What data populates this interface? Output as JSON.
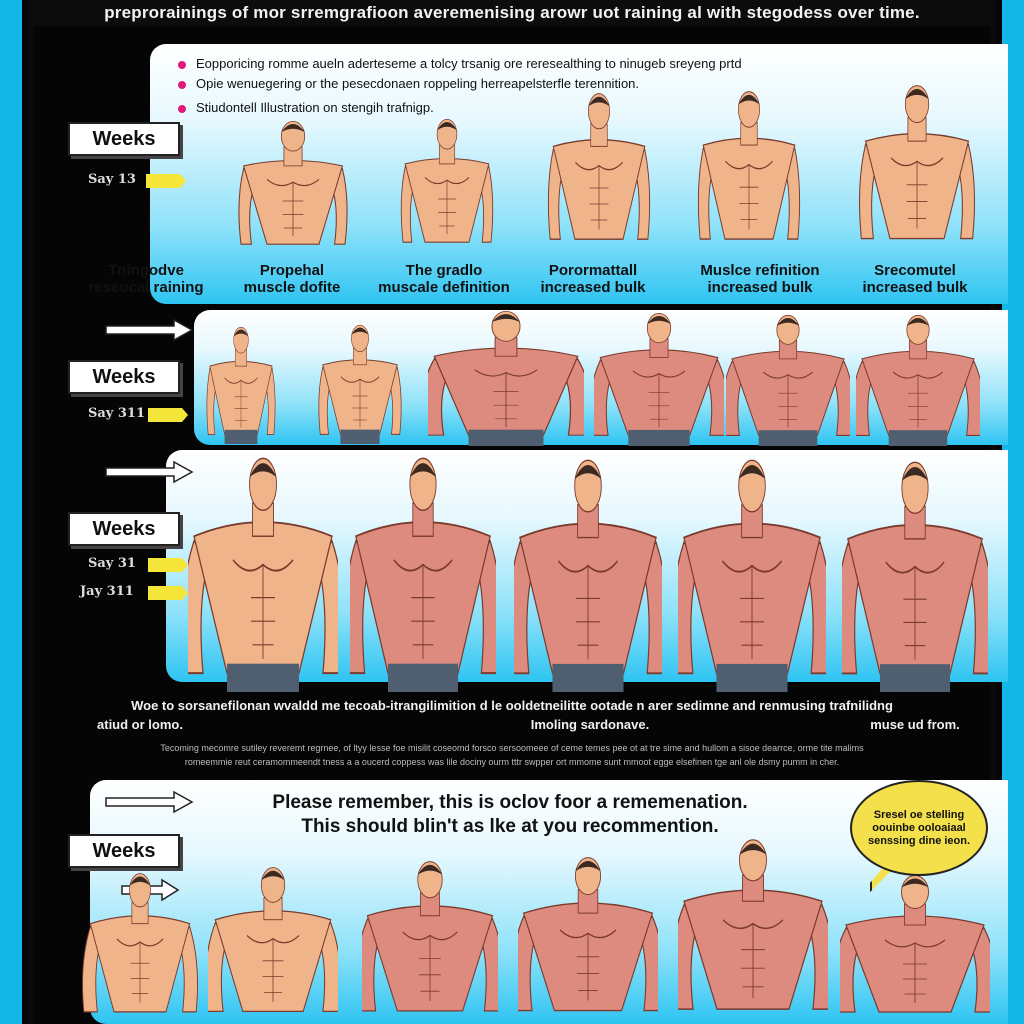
{
  "header": {
    "headline": "preprorainings of mor srremgrafioon averemenising arowr uot raining al with stegodess over time."
  },
  "bullets": [
    "Eopporicing romme aueln aderteseme a tolcy trsanig ore reresealthing to ninugeb sreyeng prtd",
    "Opie wenuegering or the pesecdonaen roppeling herreapelsterfle terennition.",
    "Stiudontell Illustration on stengih trafnigp."
  ],
  "rows": [
    {
      "weeks_label": "Weeks",
      "days": [
        "Say 13"
      ],
      "captions": [
        [
          "Tningodve",
          "reseucal raining"
        ],
        [
          "Propehal",
          "muscle dofite"
        ],
        [
          "The gradlo",
          "muscale definition"
        ],
        [
          "Porormattall",
          "increased bulk"
        ],
        [
          "Muslce refinition",
          "increased bulk"
        ],
        [
          "Srecomutel",
          "increased bulk"
        ]
      ]
    },
    {
      "weeks_label": "Weeks",
      "days": [
        "Say 311"
      ]
    },
    {
      "weeks_label": "Weeks",
      "days": [
        "Say 31",
        "Jay 311"
      ]
    },
    {
      "weeks_label": "Weeks",
      "days": []
    }
  ],
  "band": {
    "line1": "Woe to sorsanefilonan wvaldd me tecoab-itrangilimition d le ooldetneilitte ootade n arer sedimne and renmusing trafnilidng",
    "line2_left": "atiud or lomo.",
    "line2_mid": "Imoling sardonave.",
    "line2_right": "muse ud from."
  },
  "fine_print": {
    "line1": "Tecoming mecomre sutiley reveremt regrnee, of ltyy lesse foe misilit coseomd forsco sersoomeee of ceme temes pee ot at tre sime and hullom a sisoe dearrce, orme tite malims",
    "line2": "romeemmie reut ceramommeendt tness a a oucerd coppess was lile dociny ourm tttr swpper ort mmome sunt mmoot egge elsefinen tge anl ole dsmy pumm in cher."
  },
  "reminder": {
    "line1": "Please remember, this is oclov foor a rememenation.",
    "line2": "This should blin't as lke at you recommention."
  },
  "bubble": {
    "text": "Sresel oe stelling oouinbe ooloaiaal senssing dine ieon."
  },
  "colors": {
    "side_bar": "#13b7e6",
    "skin_light": "#f0b48a",
    "skin_muscle": "#de8b7f",
    "pants": "#4f5f70",
    "hair": "#3b2a22",
    "tag": "#f6e63a",
    "bullet": "#e3197d"
  }
}
